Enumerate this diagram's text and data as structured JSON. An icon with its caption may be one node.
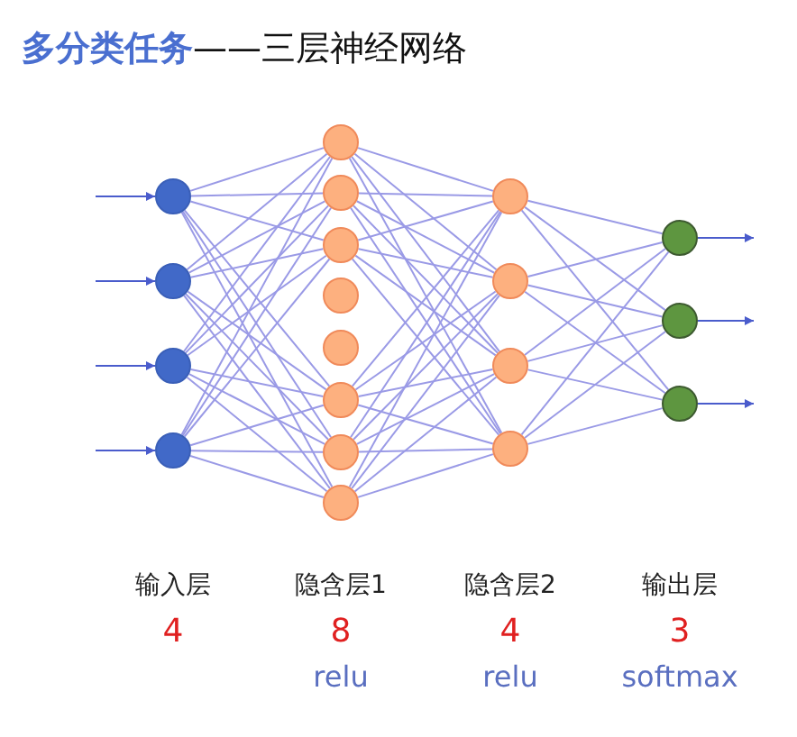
{
  "diagram": {
    "title": "**多分类任务**——三层神经网络",
    "nodes": [
      {
        "text": [],
        "shape": "circle"
      },
      {
        "text": [],
        "shape": "circle"
      },
      {
        "text": [],
        "shape": "circle"
      },
      {
        "text": [],
        "shape": "circle"
      },
      {
        "text": [],
        "shape": "circle"
      },
      {
        "text": [],
        "shape": "circle"
      },
      {
        "text": [],
        "shape": "circle"
      },
      {
        "text": [],
        "shape": "circle"
      },
      {
        "text": [],
        "shape": "circle"
      },
      {
        "text": [],
        "shape": "circle"
      },
      {
        "text": [],
        "shape": "circle"
      },
      {
        "text": [],
        "shape": "circle"
      },
      {
        "text": [],
        "shape": "circle"
      },
      {
        "text": [],
        "shape": "circle"
      },
      {
        "text": [],
        "shape": "circle"
      },
      {
        "text": [],
        "shape": "circle"
      },
      {
        "text": [],
        "shape": "circle"
      },
      {
        "text": [],
        "shape": "circle"
      },
      {
        "text": [],
        "shape": "circle"
      }
    ],
    "edges": [
      {
        "from": null,
        "to": 0,
        "arrow": "to"
      },
      {
        "from": null,
        "to": 1,
        "arrow": "to"
      },
      {
        "from": null,
        "to": 2,
        "arrow": "to"
      },
      {
        "from": null,
        "to": 3,
        "arrow": "to"
      },
      {
        "from": 0,
        "to": 4,
        "arrow": "none"
      },
      {
        "from": 0,
        "to": 5,
        "arrow": "none"
      },
      {
        "from": 0,
        "to": 6,
        "arrow": "none"
      },
      {
        "from": 0,
        "to": 9,
        "arrow": "none"
      },
      {
        "from": 0,
        "to": 10,
        "arrow": "none"
      },
      {
        "from": 0,
        "to": 11,
        "arrow": "none"
      },
      {
        "from": 1,
        "to": 4,
        "arrow": "none"
      },
      {
        "from": 1,
        "to": 5,
        "arrow": "none"
      },
      {
        "from": 1,
        "to": 6,
        "arrow": "none"
      },
      {
        "from": 1,
        "to": 9,
        "arrow": "none"
      },
      {
        "from": 1,
        "to": 10,
        "arrow": "none"
      },
      {
        "from": 1,
        "to": 11,
        "arrow": "none"
      },
      {
        "from": 2,
        "to": 4,
        "arrow": "none"
      },
      {
        "from": 2,
        "to": 5,
        "arrow": "none"
      },
      {
        "from": 2,
        "to": 6,
        "arrow": "none"
      },
      {
        "from": 2,
        "to": 9,
        "arrow": "none"
      },
      {
        "from": 2,
        "to": 10,
        "arrow": "none"
      },
      {
        "from": 2,
        "to": 11,
        "arrow": "none"
      },
      {
        "from": 3,
        "to": 4,
        "arrow": "none"
      },
      {
        "from": 3,
        "to": 5,
        "arrow": "none"
      },
      {
        "from": 3,
        "to": 6,
        "arrow": "none"
      },
      {
        "from": 3,
        "to": 9,
        "arrow": "none"
      },
      {
        "from": 3,
        "to": 10,
        "arrow": "none"
      },
      {
        "from": 3,
        "to": 11,
        "arrow": "none"
      },
      {
        "from": 4,
        "to": 12,
        "arrow": "none"
      },
      {
        "from": 4,
        "to": 13,
        "arrow": "none"
      },
      {
        "from": 4,
        "to": 14,
        "arrow": "none"
      },
      {
        "from": 4,
        "to": 15,
        "arrow": "none"
      },
      {
        "from": 5,
        "to": 12,
        "arrow": "none"
      },
      {
        "from": 5,
        "to": 13,
        "arrow": "none"
      },
      {
        "from": 5,
        "to": 14,
        "arrow": "none"
      },
      {
        "from": 5,
        "to": 15,
        "arrow": "none"
      },
      {
        "from": 6,
        "to": 12,
        "arrow": "none"
      },
      {
        "from": 6,
        "to": 13,
        "arrow": "none"
      },
      {
        "from": 6,
        "to": 14,
        "arrow": "none"
      },
      {
        "from": 6,
        "to": 15,
        "arrow": "none"
      },
      {
        "from": 9,
        "to": 12,
        "arrow": "none"
      },
      {
        "from": 9,
        "to": 13,
        "arrow": "none"
      },
      {
        "from": 9,
        "to": 14,
        "arrow": "none"
      },
      {
        "from": 9,
        "to": 15,
        "arrow": "none"
      },
      {
        "from": 10,
        "to": 12,
        "arrow": "none"
      },
      {
        "from": 10,
        "to": 13,
        "arrow": "none"
      },
      {
        "from": 10,
        "to": 14,
        "arrow": "none"
      },
      {
        "from": 10,
        "to": 15,
        "arrow": "none"
      },
      {
        "from": 11,
        "to": 12,
        "arrow": "none"
      },
      {
        "from": 11,
        "to": 13,
        "arrow": "none"
      },
      {
        "from": 11,
        "to": 14,
        "arrow": "none"
      },
      {
        "from": 11,
        "to": 15,
        "arrow": "none"
      },
      {
        "from": 12,
        "to": 16,
        "arrow": "none"
      },
      {
        "from": 12,
        "to": 17,
        "arrow": "none"
      },
      {
        "from": 12,
        "to": 18,
        "arrow": "none"
      },
      {
        "from": 13,
        "to": 16,
        "arrow": "none"
      },
      {
        "from": 13,
        "to": 17,
        "arrow": "none"
      },
      {
        "from": 13,
        "to": 18,
        "arrow": "none"
      },
      {
        "from": 14,
        "to": 16,
        "arrow": "none"
      },
      {
        "from": 14,
        "to": 17,
        "arrow": "none"
      },
      {
        "from": 14,
        "to": 18,
        "arrow": "none"
      },
      {
        "from": 15,
        "to": 16,
        "arrow": "none"
      },
      {
        "from": 15,
        "to": 17,
        "arrow": "none"
      },
      {
        "from": 15,
        "to": 18,
        "arrow": "none"
      },
      {
        "from": 16,
        "to": null,
        "arrow": "to"
      },
      {
        "from": 17,
        "to": null,
        "arrow": "to"
      },
      {
        "from": 18,
        "to": null,
        "arrow": "to"
      }
    ],
    "labels": [
      "输入层",
      "隐含层1",
      "隐含层2",
      "输出层",
      "4",
      "8",
      "4",
      "3",
      "relu",
      "relu",
      "softmax"
    ]
  }
}
